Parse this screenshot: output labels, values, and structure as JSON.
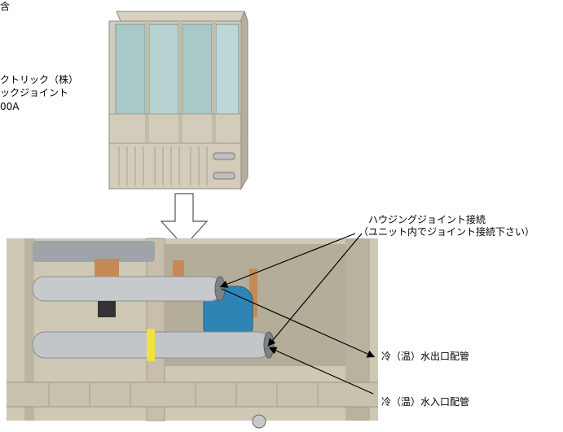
{
  "top_left_label": {
    "line1": "含",
    "line2": "クトリック（株）",
    "line3": "ックジョイント",
    "line4": "00A"
  },
  "callout": {
    "line1": "ハウジングジョイント接続",
    "line2": "（ユニット内でジョイント接続下さい）"
  },
  "outlets": {
    "outlet_label": "冷（温）水出口配管",
    "inlet_label": "冷（温）水入口配管"
  }
}
